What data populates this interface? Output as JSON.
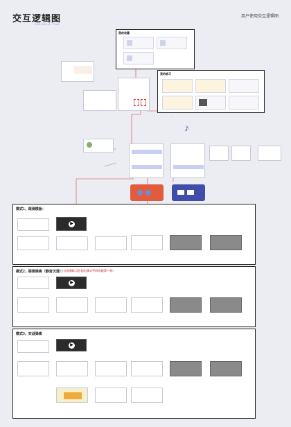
{
  "header": {
    "title": "交互逻辑图",
    "subtitle": "Interactive Flow",
    "right_label": "用户使用交互逻辑图"
  },
  "top_panels": {
    "favorites_label": "我的收藏",
    "practice_label": "我的练习"
  },
  "sections": [
    {
      "label": "模式1，跟弹模板：",
      "warning": ""
    },
    {
      "label": "模式2，跟弹弹奏（静音沉浸）：",
      "warning": "（与普通练习区相比模式不同的跟第一样）"
    },
    {
      "label": "模式3，实战弹奏",
      "warning": ""
    }
  ],
  "colors": {
    "accent": "#8d93c9",
    "flow_red": "#d23a3a",
    "highlight": "#c7d0f2",
    "banner_red": "#e35b3d",
    "banner_blue": "#3f4ea8"
  },
  "icons": {
    "music_note": "music-note-icon",
    "play": "play-icon"
  }
}
